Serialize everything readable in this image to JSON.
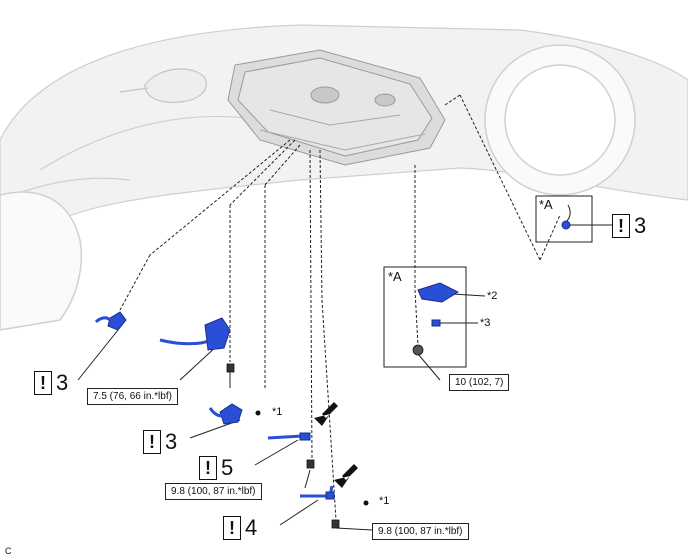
{
  "callouts": {
    "c1": {
      "warn": "!",
      "qty": "3"
    },
    "c2": {
      "warn": "!",
      "qty": "3"
    },
    "c3": {
      "warn": "!",
      "qty": "5"
    },
    "c4": {
      "warn": "!",
      "qty": "4"
    },
    "c5": {
      "warn": "!",
      "qty": "3"
    }
  },
  "torques": {
    "t1": "7.5 (76, 66 in.*lbf)",
    "t2": "9.8 (100, 87 in.*lbf)",
    "t3": "9.8 (100, 87 in.*lbf)",
    "t4": "10 (102, 7)"
  },
  "markers": {
    "m1": "*1",
    "m2": "*1",
    "m3": "*2",
    "m4": "*3"
  },
  "views": {
    "a_small": "*A",
    "a_large": "*A"
  },
  "figure_code": "C",
  "colors": {
    "part_blue": "#2a4fd6",
    "part_dark": "#1a2f8a",
    "car_line": "#c9c9c9",
    "tank_fill": "#dcdcdc"
  }
}
